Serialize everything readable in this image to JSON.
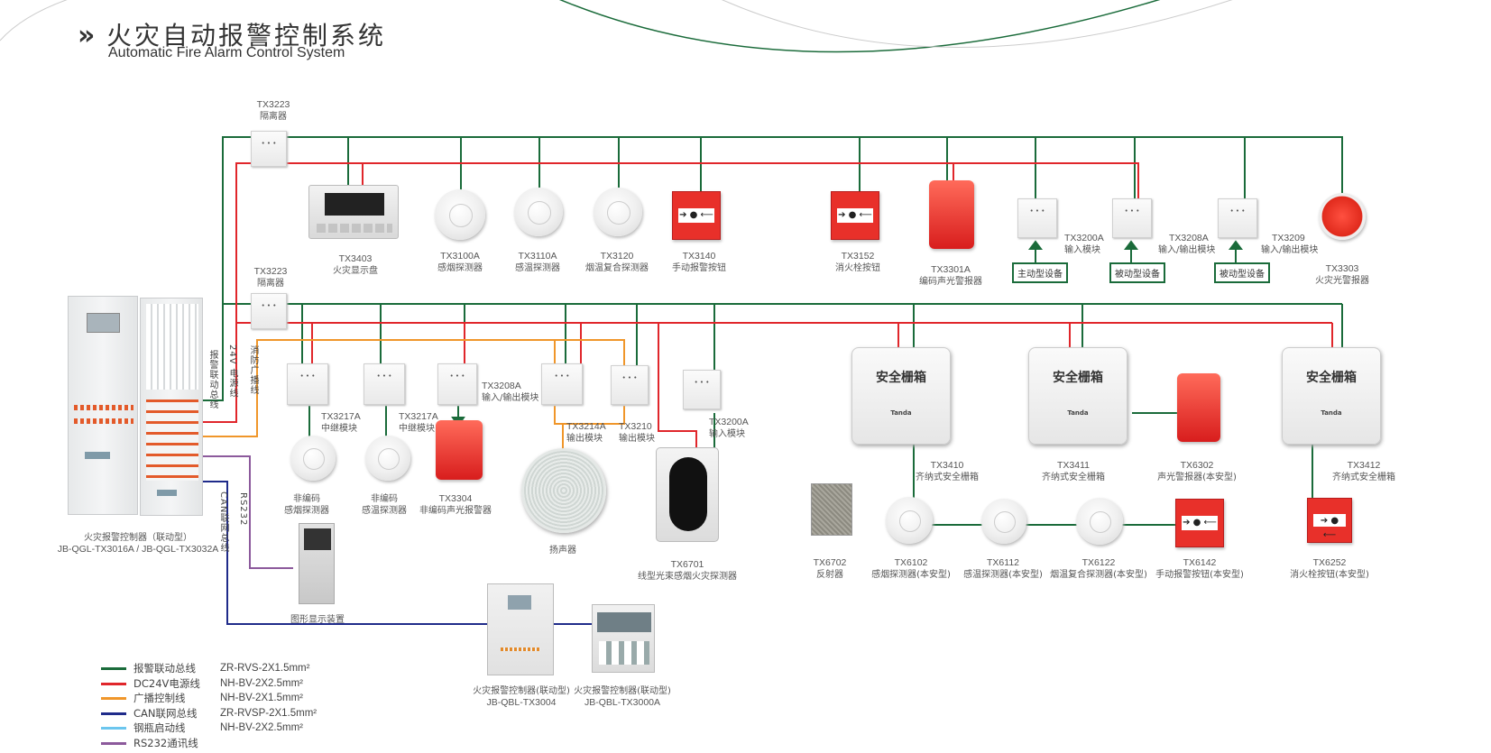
{
  "header": {
    "chevron": "»",
    "title_cn": "火灾自动报警控制系统",
    "title_en": "Automatic Fire Alarm Control System"
  },
  "colors": {
    "alarm_bus": "#1a6b3a",
    "dc24v": "#e0262b",
    "broadcast": "#f0962a",
    "can": "#1f2b8a",
    "cylinder": "#6cc6ee",
    "rs232": "#8c5a9c"
  },
  "wire_labels": {
    "alarm_bus": "报警联动总线",
    "power_24v": "24V 电源线",
    "broadcast": "消防广播线",
    "rs232": "RS232",
    "can": "CAN联网总线"
  },
  "main_controller": {
    "name": "火灾报警控制器（联动型）",
    "model": "JB-QGL-TX3016A / JB-QGL-TX3032A"
  },
  "top_row": [
    {
      "model": "TX3223",
      "name": "隔离器"
    },
    {
      "model": "TX3403",
      "name": "火灾显示盘"
    },
    {
      "model": "TX3100A",
      "name": "感烟探测器"
    },
    {
      "model": "TX3110A",
      "name": "感温探测器"
    },
    {
      "model": "TX3120",
      "name": "烟温复合探测器"
    },
    {
      "model": "TX3140",
      "name": "手动报警按钮"
    },
    {
      "model": "TX3152",
      "name": "消火栓按钮"
    },
    {
      "model": "TX3301A",
      "name": "编码声光警报器"
    },
    {
      "model": "TX3200A",
      "name": "输入模块"
    },
    {
      "model": "TX3208A",
      "name": "输入/输出模块"
    },
    {
      "model": "TX3209",
      "name": "输入/输出模块"
    },
    {
      "model": "TX3303",
      "name": "火灾光警报器"
    }
  ],
  "device_boxes": [
    "主动型设备",
    "被动型设备",
    "被动型设备"
  ],
  "second_row": {
    "isolator": {
      "model": "TX3223",
      "name": "隔离器"
    },
    "modules": [
      {
        "model": "TX3217A",
        "name": "中继模块"
      },
      {
        "model": "TX3217A",
        "name": "中继模块"
      },
      {
        "model": "TX3208A",
        "name": "输入/输出模块"
      },
      {
        "model": "TX3214A",
        "name": "输出模块"
      },
      {
        "model": "TX3210",
        "name": "输出模块"
      },
      {
        "model": "TX3200A",
        "name": "输入模块"
      }
    ],
    "devices": [
      {
        "line1": "非编码",
        "line2": "感烟探测器"
      },
      {
        "line1": "非编码",
        "line2": "感温探测器"
      },
      {
        "line1": "TX3304",
        "line2": "非编码声光报警器"
      },
      {
        "line1": "",
        "line2": "扬声器"
      },
      {
        "line1": "TX6701",
        "line2": "线型光束感烟火灾探测器"
      }
    ],
    "graphic_display": "图形显示装置",
    "sub_controllers": [
      {
        "name": "火灾报警控制器(联动型)",
        "model": "JB-QBL-TX3004"
      },
      {
        "name": "火灾报警控制器(联动型)",
        "model": "JB-QBL-TX3000A"
      }
    ]
  },
  "barrier_section": {
    "barrier_text": "安全栅箱",
    "brand": "Tanda",
    "barriers": [
      {
        "model": "TX3410",
        "name": "齐纳式安全栅箱"
      },
      {
        "model": "TX3411",
        "name": "齐纳式安全栅箱"
      },
      {
        "model": "TX3412",
        "name": "齐纳式安全栅箱"
      }
    ],
    "strobe": {
      "model": "TX6302",
      "name": "声光警报器(本安型)"
    },
    "devices": [
      {
        "model": "TX6702",
        "name": "反射器"
      },
      {
        "model": "TX6102",
        "name": "感烟探测器(本安型)"
      },
      {
        "model": "TX6112",
        "name": "感温探测器(本安型)"
      },
      {
        "model": "TX6122",
        "name": "烟温复合探测器(本安型)"
      },
      {
        "model": "TX6142",
        "name": "手动报警按钮(本安型)"
      },
      {
        "model": "TX6252",
        "name": "消火栓按钮(本安型)"
      }
    ]
  },
  "button_glyph": "➔ ● ⟵",
  "legend": [
    {
      "name": "报警联动总线",
      "spec": "ZR-RVS-2X1.5mm²",
      "color": "#1a6b3a"
    },
    {
      "name": "DC24V电源线",
      "spec": "NH-BV-2X2.5mm²",
      "color": "#e0262b"
    },
    {
      "name": "广播控制线",
      "spec": "NH-BV-2X1.5mm²",
      "color": "#f0962a"
    },
    {
      "name": "CAN联网总线",
      "spec": "ZR-RVSP-2X1.5mm²",
      "color": "#1f2b8a"
    },
    {
      "name": "钢瓶启动线",
      "spec": "NH-BV-2X2.5mm²",
      "color": "#6cc6ee"
    },
    {
      "name": "RS232通讯线",
      "spec": "",
      "color": "#8c5a9c"
    }
  ]
}
